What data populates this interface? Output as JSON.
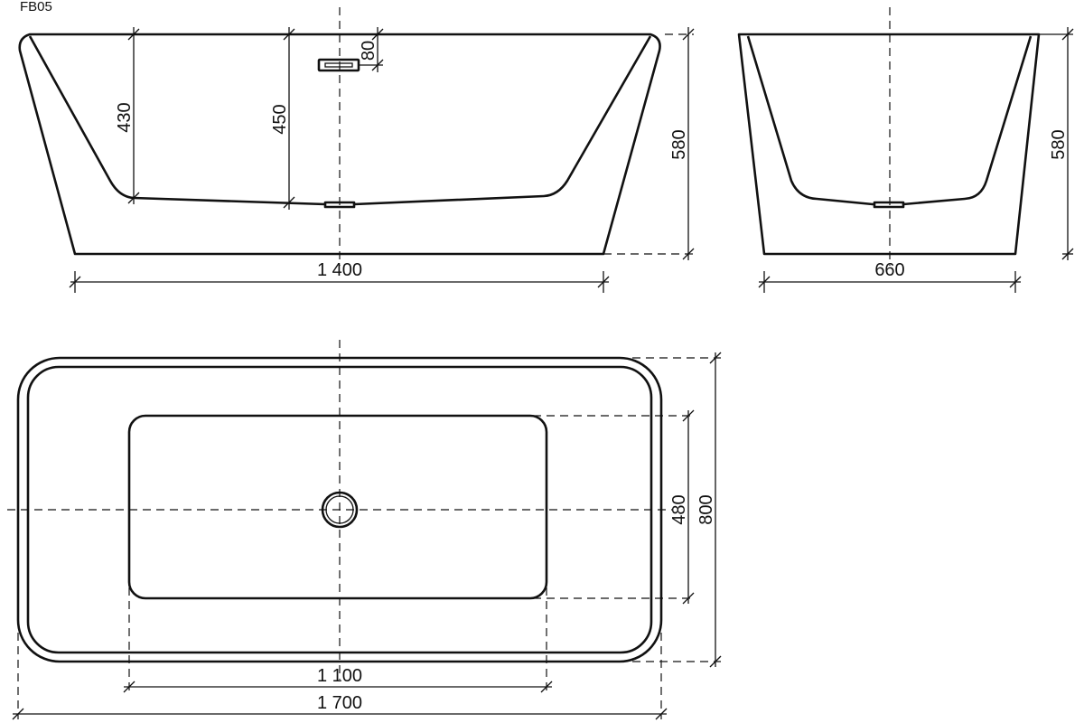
{
  "model_code": "FB05",
  "front_view": {
    "width_label": "1 400",
    "height_label": "580",
    "depth_left_label": "430",
    "depth_center_label": "450",
    "overflow_label": "80"
  },
  "side_view": {
    "width_label": "660",
    "height_label": "580"
  },
  "top_view": {
    "outer_length_label": "1 700",
    "inner_length_label": "1 100",
    "outer_width_label": "800",
    "inner_width_label": "480"
  }
}
